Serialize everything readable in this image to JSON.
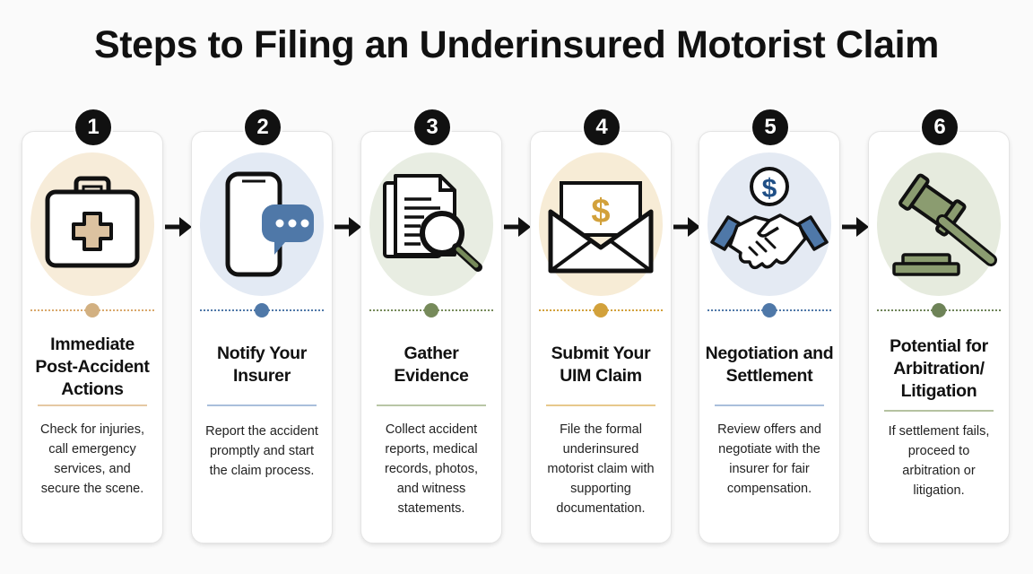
{
  "title": "Steps to Filing an Underinsured Motorist Claim",
  "steps": [
    {
      "number": "1",
      "title": "Immediate\nPost-Accident\nActions",
      "description": "Check for injuries,\ncall emergency\nservices, and\nsecure the scene.",
      "icon": "first-aid-kit-icon",
      "accent": "#d9a86b",
      "blob": "#f7ecd9"
    },
    {
      "number": "2",
      "title": "Notify Your\nInsurer",
      "description": "Report the accident\npromptly and start\nthe claim process.",
      "icon": "phone-chat-icon",
      "accent": "#4f78a8",
      "blob": "#e3eaf4"
    },
    {
      "number": "3",
      "title": "Gather\nEvidence",
      "description": "Collect accident\nreports, medical\nrecords, photos,\nand witness\nstatements.",
      "icon": "documents-magnifier-icon",
      "accent": "#768a5a",
      "blob": "#e8ede2"
    },
    {
      "number": "4",
      "title": "Submit Your\nUIM Claim",
      "description": "File the formal\nunderinsured\nmotorist claim with\nsupporting\ndocumentation.",
      "icon": "envelope-dollar-icon",
      "accent": "#d2a13b",
      "blob": "#f7ecd6"
    },
    {
      "number": "5",
      "title": "Negotiation and\nSettlement",
      "description": "Review offers and\nnegotiate with the\ninsurer for fair\ncompensation.",
      "icon": "handshake-dollar-icon",
      "accent": "#4f78a8",
      "blob": "#e4eaf3"
    },
    {
      "number": "6",
      "title": "Potential for\nArbitration/\nLitigation",
      "description": "If settlement fails,\nproceed to\narbitration or\nlitigation.",
      "icon": "gavel-icon",
      "accent": "#6e8358",
      "blob": "#e6ebde"
    }
  ]
}
